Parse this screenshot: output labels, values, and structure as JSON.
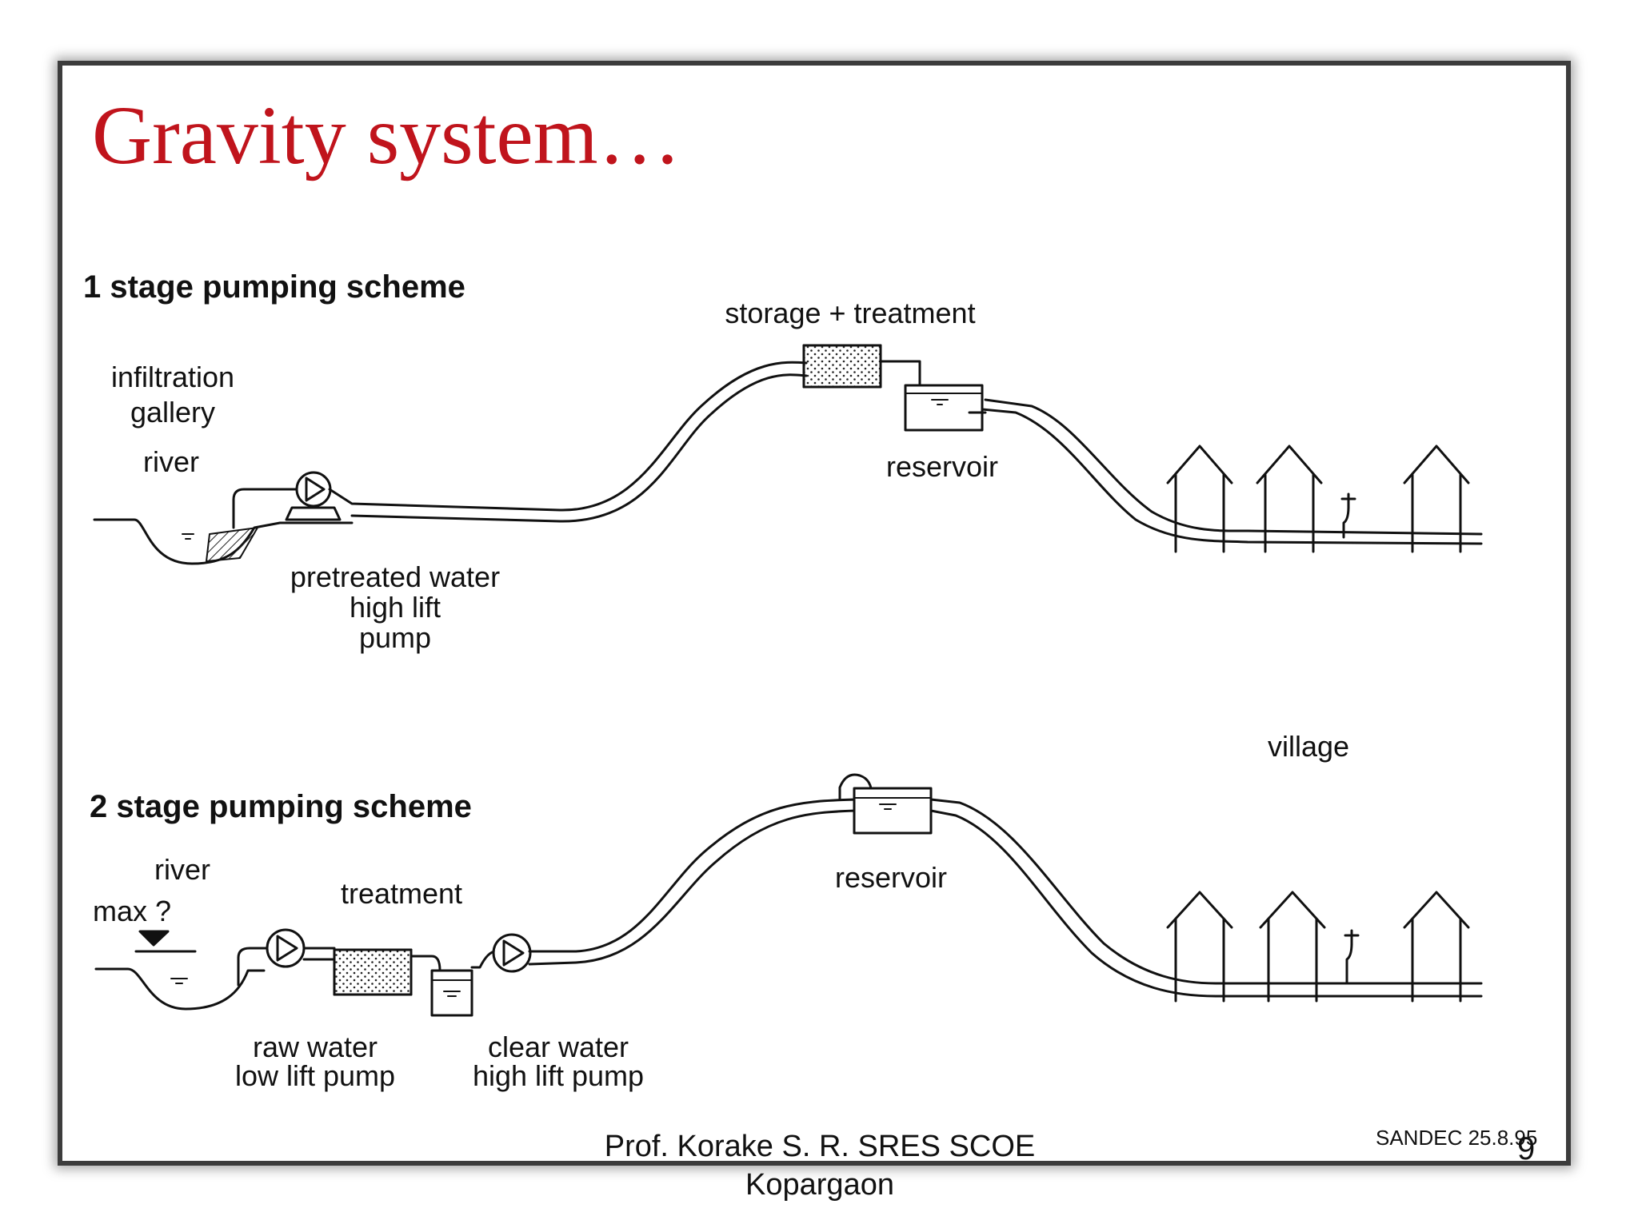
{
  "slide": {
    "title": "Gravity system…",
    "footer_line1": "Prof. Korake S. R. SRES SCOE",
    "footer_line2": "Kopargaon",
    "page_number": "9",
    "title_color": "#c0141c"
  },
  "diagram": {
    "scheme1": {
      "heading": "1 stage pumping scheme",
      "infiltration_1": "infiltration",
      "infiltration_2": "gallery",
      "river": "river",
      "storage": "storage + treatment",
      "reservoir": "reservoir",
      "pump_1": "pretreated water",
      "pump_2": "high lift",
      "pump_3": "pump"
    },
    "village": "village",
    "scheme2": {
      "heading": "2 stage pumping scheme",
      "river": "river",
      "max": "max ?",
      "treatment": "treatment",
      "reservoir": "reservoir",
      "raw_1": "raw water",
      "raw_2": "low lift pump",
      "clear_1": "clear water",
      "clear_2": "high lift pump"
    },
    "credit": "SANDEC 25.8.95"
  }
}
